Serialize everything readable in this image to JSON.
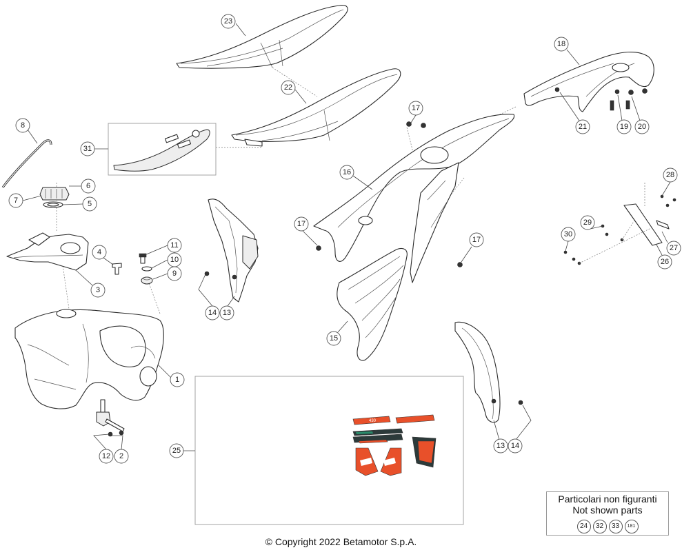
{
  "callouts": {
    "c1": "1",
    "c2": "2",
    "c3": "3",
    "c4": "4",
    "c5": "5",
    "c6": "6",
    "c7": "7",
    "c8": "8",
    "c9": "9",
    "c10": "10",
    "c11": "11",
    "c12": "12",
    "c13a": "13",
    "c13b": "13",
    "c14a": "14",
    "c14b": "14",
    "c15": "15",
    "c16": "16",
    "c17a": "17",
    "c17b": "17",
    "c17c": "17",
    "c18": "18",
    "c19": "19",
    "c20": "20",
    "c21": "21",
    "c22": "22",
    "c23": "23",
    "c25": "25",
    "c26": "26",
    "c27": "27",
    "c28": "28",
    "c29": "29",
    "c30": "30",
    "c31": "31"
  },
  "not_shown": {
    "line1": "Particolari non figuranti",
    "line2": "Not shown parts",
    "parts": [
      "24",
      "32",
      "33",
      "181"
    ]
  },
  "copyright": "© Copyright 2022 Betamotor S.p.A.",
  "decals": {
    "model_text": "430"
  },
  "colors": {
    "decal_orange": "#e8502a",
    "decal_dark": "#2c3a3a",
    "decal_green": "#2a8a6a"
  }
}
